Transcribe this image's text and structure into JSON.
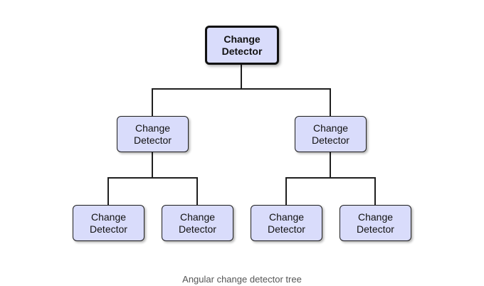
{
  "diagram": {
    "nodes": [
      {
        "id": "root",
        "line1": "Change",
        "line2": "Detector"
      },
      {
        "id": "left",
        "line1": "Change",
        "line2": "Detector"
      },
      {
        "id": "right",
        "line1": "Change",
        "line2": "Detector"
      },
      {
        "id": "left-left",
        "line1": "Change",
        "line2": "Detector"
      },
      {
        "id": "left-right",
        "line1": "Change",
        "line2": "Detector"
      },
      {
        "id": "right-left",
        "line1": "Change",
        "line2": "Detector"
      },
      {
        "id": "right-right",
        "line1": "Change",
        "line2": "Detector"
      }
    ],
    "caption": "Angular change detector tree"
  },
  "colors": {
    "node_fill": "#d9dcfb",
    "node_border": "#1f1f1f",
    "connector": "#1f1f1f",
    "caption_text": "#555555"
  }
}
